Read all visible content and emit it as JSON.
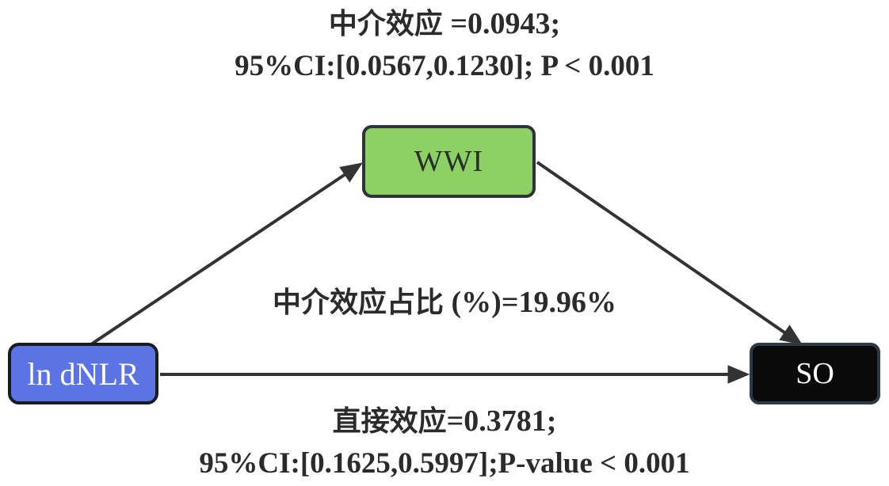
{
  "diagram": {
    "type": "mediation-path-diagram",
    "nodes": {
      "predictor": {
        "label": "ln dNLR"
      },
      "mediator": {
        "label": "WWI"
      },
      "outcome": {
        "label": "SO"
      }
    },
    "labels": {
      "indirect_effect": {
        "cn": "中介效应",
        "value": " =0.0943;",
        "ci": "95%CI:[0.0567,0.1230]; P < 0.001"
      },
      "proportion_mediated": {
        "cn": "中介效应占比",
        "value": " (%)=19.96%"
      },
      "direct_effect": {
        "cn": "直接效应",
        "value": "=0.3781;",
        "ci": "95%CI:[0.1625,0.5997];P-value < 0.001"
      }
    },
    "colors": {
      "mediator_fill": "#8dd164",
      "mediator_border": "#2d333b",
      "mediator_text": "#27302a",
      "predictor_fill": "#5b73e3",
      "predictor_border": "#171b22",
      "predictor_text": "#ffffff",
      "outcome_fill": "#0a0a0b",
      "outcome_border": "#2c3a46",
      "outcome_text": "#ffffff",
      "arrow_color": "#333333",
      "label_color": "#2b2b2b"
    }
  }
}
